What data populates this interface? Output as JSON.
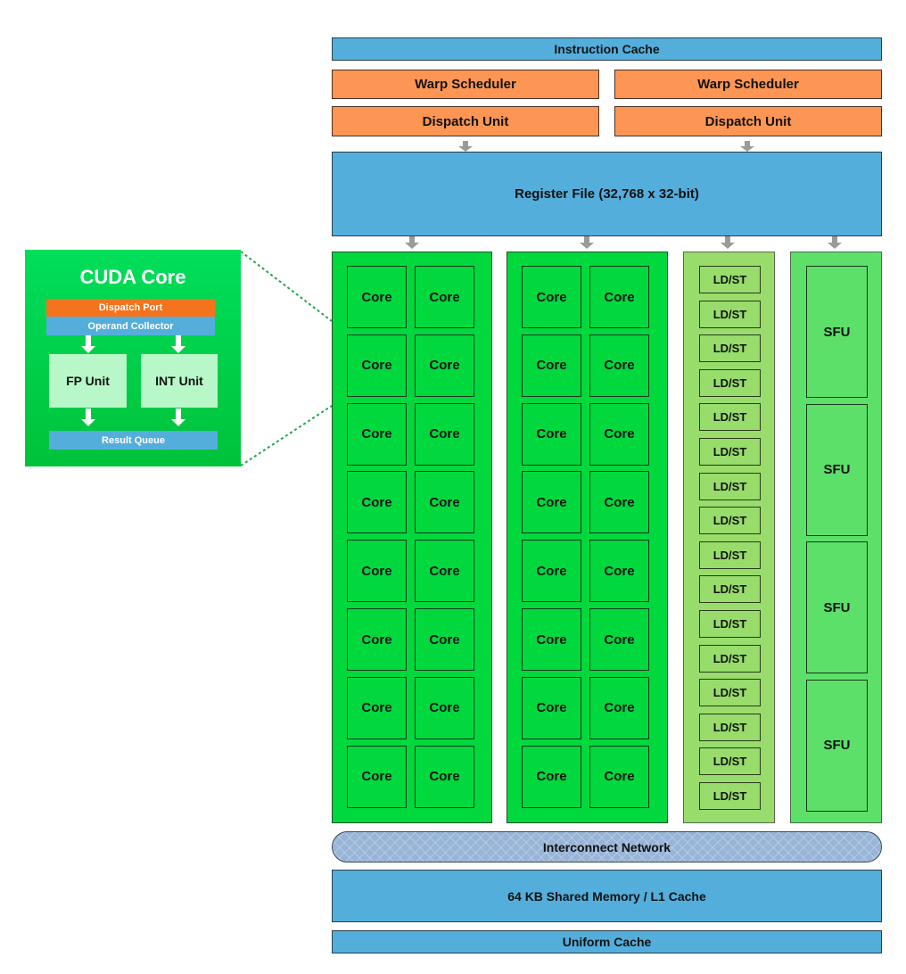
{
  "colors": {
    "cache_blue": "#54aedc",
    "scheduler_orange": "#fd9654",
    "core_green": "#00d83e",
    "ldst_green": "#98dc6c",
    "sfu_green": "#5ce06a",
    "interconnect": "#98b5d8",
    "dispatch_port_orange": "#f5731c",
    "unit_light_green": "#b8f8c8",
    "arrow_gray": "#9a9a9a"
  },
  "sm": {
    "instruction_cache": "Instruction Cache",
    "warp_schedulers": [
      "Warp Scheduler",
      "Warp Scheduler"
    ],
    "dispatch_units": [
      "Dispatch Unit",
      "Dispatch Unit"
    ],
    "register_file": "Register File (32,768 x 32-bit)",
    "core_label": "Core",
    "core_columns": 2,
    "cores_per_column": 16,
    "ldst_label": "LD/ST",
    "ldst_count": 16,
    "sfu_label": "SFU",
    "sfu_count": 4,
    "interconnect": "Interconnect Network",
    "shared_memory": "64 KB Shared Memory / L1 Cache",
    "uniform_cache": "Uniform Cache"
  },
  "cuda_core": {
    "title": "CUDA Core",
    "dispatch_port": "Dispatch Port",
    "operand_collector": "Operand Collector",
    "fp_unit": "FP Unit",
    "int_unit": "INT Unit",
    "result_queue": "Result Queue"
  }
}
